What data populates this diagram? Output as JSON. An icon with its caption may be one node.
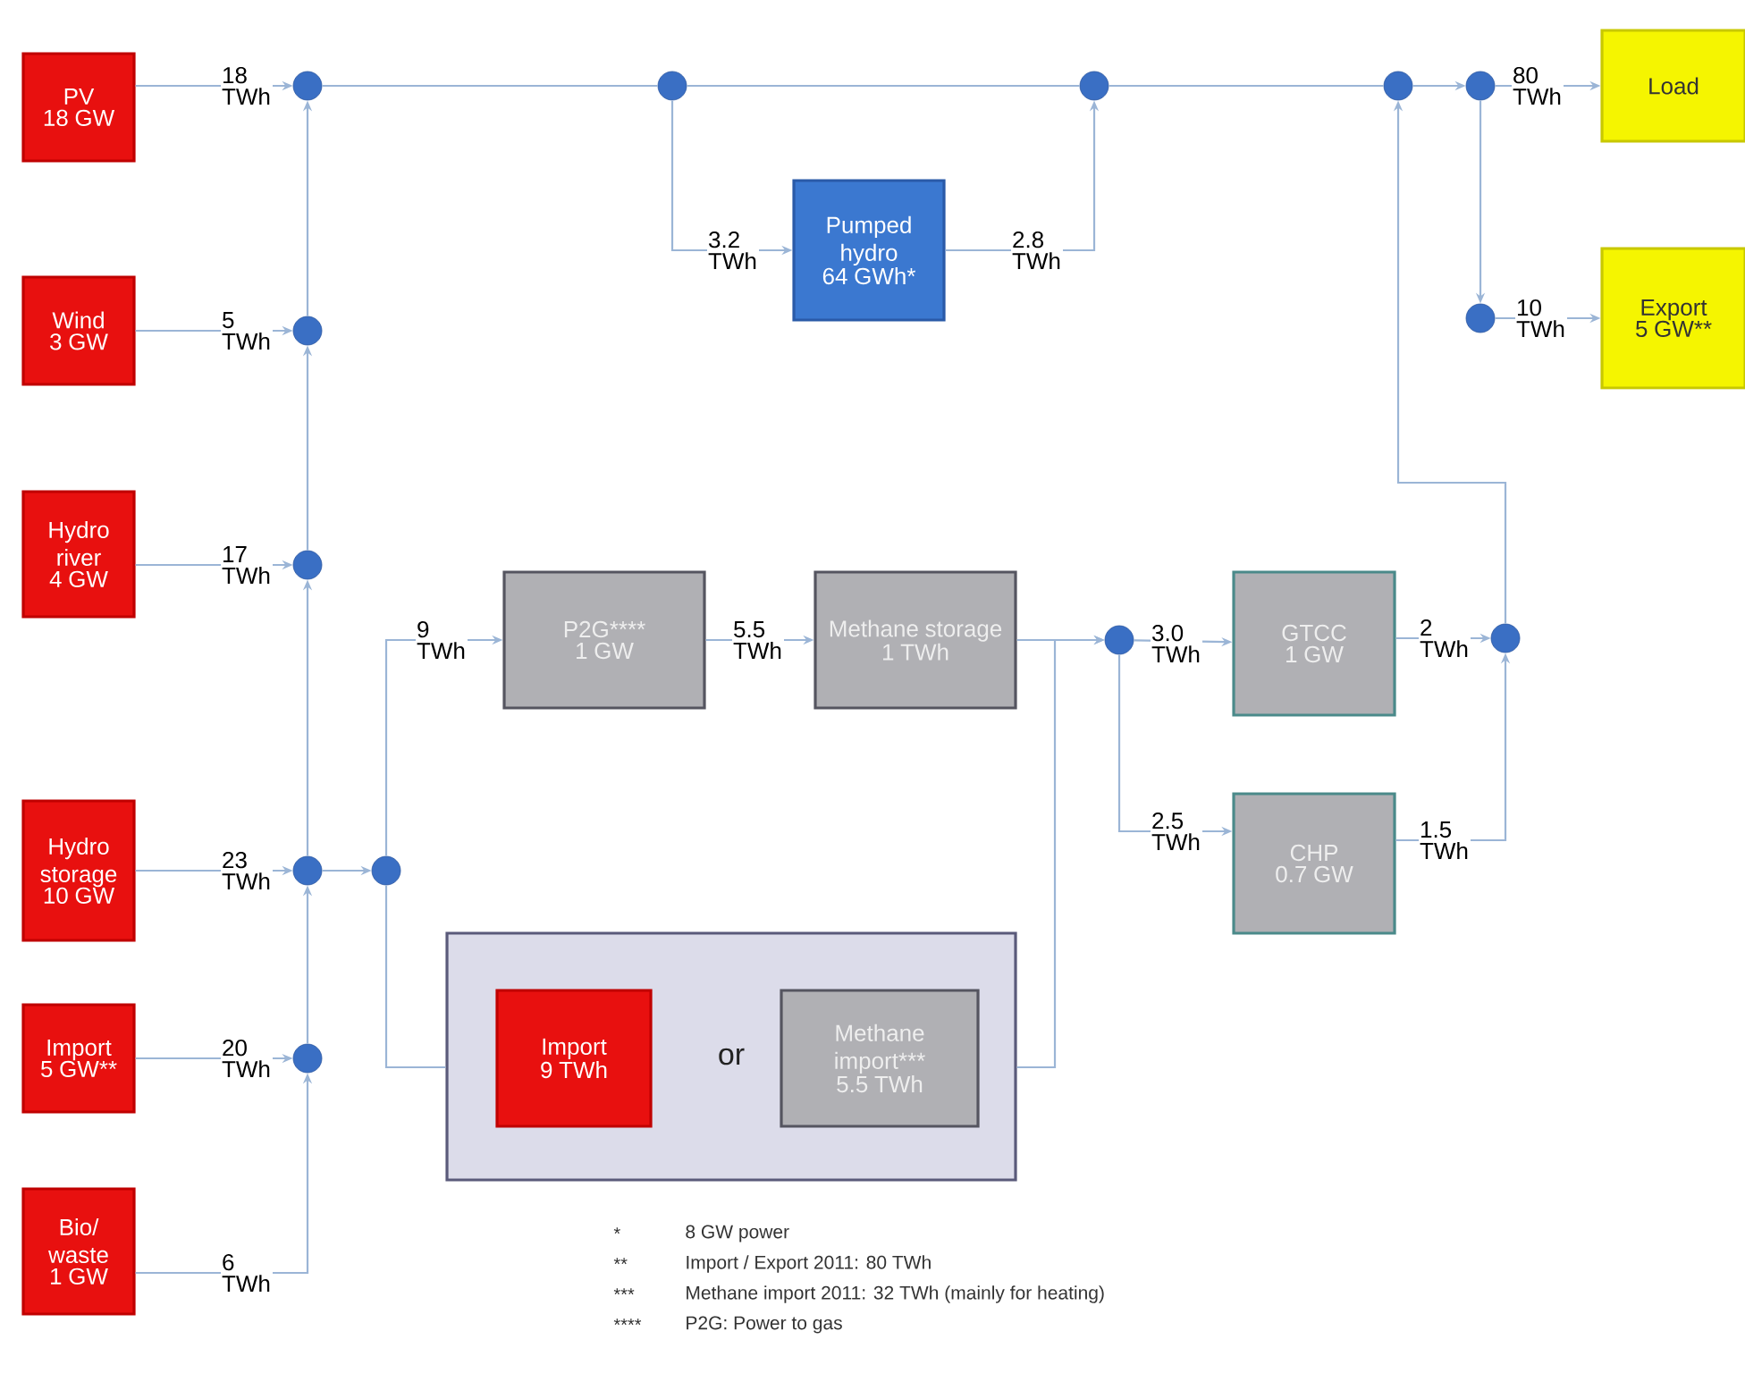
{
  "diagram": {
    "nodes": [
      {
        "text": [
          "PV",
          "18 GW"
        ]
      },
      {
        "text": [
          "Wind",
          "3 GW"
        ]
      },
      {
        "text": [
          "Hydro river",
          "4 GW"
        ]
      },
      {
        "text": [
          "Hydro storage",
          "10 GW"
        ]
      },
      {
        "text": [
          "Import",
          "5 GW**"
        ]
      },
      {
        "text": [
          "Bio/ waste",
          "1 GW"
        ]
      },
      {
        "text": [
          "Pumped hydro",
          "64 GWh*"
        ]
      },
      {
        "text": [
          "Load"
        ]
      },
      {
        "text": [
          "Export",
          "5 GW**"
        ]
      },
      {
        "text": [
          "P2G****",
          "1 GW"
        ]
      },
      {
        "text": [
          "Methane storage",
          "1 TWh"
        ]
      },
      {
        "text": [
          "GTCC",
          "1 GW"
        ]
      },
      {
        "text": [
          "CHP",
          "0.7 GW"
        ]
      },
      {
        "text": [
          "or"
        ]
      },
      {
        "text": [
          "Import",
          "9 TWh"
        ],
        "in": 13
      },
      {
        "text": [
          "Methane import***",
          "5.5 TWh"
        ],
        "in": 13
      },
      {
        "text": [],
        "shape": "circle"
      },
      {
        "text": [],
        "shape": "circle"
      },
      {
        "text": [],
        "shape": "circle"
      },
      {
        "text": [],
        "shape": "circle"
      },
      {
        "text": [],
        "shape": "circle"
      },
      {
        "text": [],
        "shape": "circle"
      },
      {
        "text": [],
        "shape": "circle"
      },
      {
        "text": [],
        "shape": "circle"
      },
      {
        "text": [],
        "shape": "circle"
      },
      {
        "text": [],
        "shape": "circle"
      },
      {
        "text": [],
        "shape": "circle"
      },
      {
        "text": [],
        "shape": "circle"
      },
      {
        "text": [],
        "shape": "circle"
      }
    ],
    "edges": [
      {
        "from": 0,
        "to": 16,
        "arrow": "to",
        "label": "18 TWh"
      },
      {
        "from": 1,
        "to": 22,
        "arrow": "to",
        "label": "5 TWh"
      },
      {
        "from": 2,
        "to": 23,
        "arrow": "to",
        "label": "17 TWh"
      },
      {
        "from": 3,
        "to": 24,
        "arrow": "to",
        "label": "23 TWh"
      },
      {
        "from": 4,
        "to": 26,
        "arrow": "to",
        "label": "20 TWh"
      },
      {
        "from": 5,
        "to": 26,
        "arrow": "to",
        "label": "6 TWh"
      },
      {
        "from": 26,
        "to": 24,
        "arrow": "to"
      },
      {
        "from": 24,
        "to": 23,
        "arrow": "to"
      },
      {
        "from": 23,
        "to": 22,
        "arrow": "to"
      },
      {
        "from": 22,
        "to": 16,
        "arrow": "to"
      },
      {
        "from": 24,
        "to": 25,
        "arrow": "to"
      },
      {
        "from": 16,
        "to": 17,
        "arrow": "none"
      },
      {
        "from": 17,
        "to": 18,
        "arrow": "none"
      },
      {
        "from": 18,
        "to": 19,
        "arrow": "none"
      },
      {
        "from": 19,
        "to": 20,
        "arrow": "to"
      },
      {
        "from": 17,
        "to": 6,
        "arrow": "to",
        "label": "3.2 TWh"
      },
      {
        "from": 6,
        "to": 18,
        "arrow": "to",
        "label": "2.8 TWh"
      },
      {
        "from": 20,
        "to": 7,
        "arrow": "to",
        "label": "80 TWh"
      },
      {
        "from": 20,
        "to": 21,
        "arrow": "to"
      },
      {
        "from": 21,
        "to": 8,
        "arrow": "to",
        "label": "10 TWh"
      },
      {
        "from": 25,
        "to": 9,
        "arrow": "to",
        "label": "9 TWh"
      },
      {
        "from": 25,
        "to": 13,
        "arrow": "none"
      },
      {
        "from": 9,
        "to": 10,
        "arrow": "to",
        "label": "5.5 TWh"
      },
      {
        "from": 10,
        "to": 27,
        "arrow": "to"
      },
      {
        "from": 13,
        "to": 27,
        "arrow": "to"
      },
      {
        "from": 27,
        "to": 11,
        "arrow": "to",
        "label": "3.0 TWh"
      },
      {
        "from": 27,
        "to": 12,
        "arrow": "to",
        "label": "2.5 TWh"
      },
      {
        "from": 11,
        "to": 28,
        "arrow": "to",
        "label": "2 TWh"
      },
      {
        "from": 12,
        "to": 28,
        "arrow": "to",
        "label": "1.5 TWh"
      },
      {
        "from": 28,
        "to": 19,
        "arrow": "to"
      }
    ],
    "labels": [
      "*",
      "8 GW power",
      "**",
      "Import / Export 2011: 80 TWh",
      "***",
      "Methane import 2011: 32 TWh (mainly for heating)",
      "****",
      "P2G: Power to gas"
    ]
  }
}
